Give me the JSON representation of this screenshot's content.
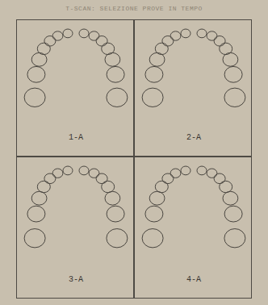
{
  "diagram": {
    "title": "T-SCAN: SELEZIONE PROVE IN TEMPO",
    "nodes": [
      {
        "text": [
          "1-A"
        ]
      },
      {
        "text": [
          "2-A"
        ]
      },
      {
        "text": [
          "3-A"
        ]
      },
      {
        "text": [
          "4-A"
        ]
      }
    ]
  }
}
